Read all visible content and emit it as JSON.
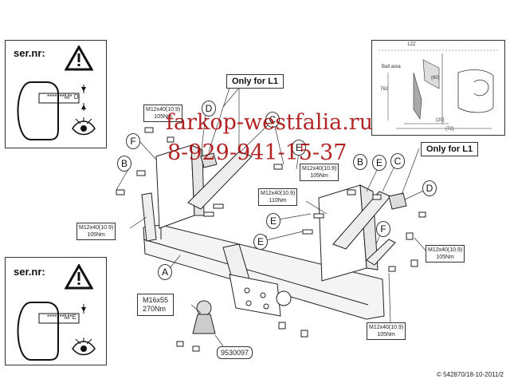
{
  "serial_box_top": {
    "title": "ser.nr:",
    "code": "*******M* D"
  },
  "serial_box_bottom": {
    "title": "ser.nr:",
    "code": "*******M*E"
  },
  "only_for_l1_top": "Only for L1",
  "only_for_l1_right": "Only for L1",
  "watermark": {
    "site": "farkop-westfalia.ru",
    "phone": "8-929-941-15-37"
  },
  "callouts": {
    "c1": [
      "M12x40(10.9)",
      "105Nm"
    ],
    "c2": [
      "M12x40(10.9)",
      "105Nm"
    ],
    "c3": [
      "M12x40(10.9)",
      "110Nm"
    ],
    "c4": [
      "M12x40(10.9)",
      "105Nm"
    ],
    "c5": [
      "M12x40(10.9)",
      "105Nm"
    ],
    "c6": [
      "M12x40(10.9)",
      "105Nm"
    ],
    "c7": [
      "M16x55",
      "270Nm"
    ]
  },
  "part_number": "9530097",
  "footer": "© 542870/18-10-2011/2",
  "parts": [
    "A",
    "B",
    "C",
    "D",
    "E",
    "F",
    "B",
    "C",
    "D",
    "E",
    "F",
    "E",
    "E"
  ],
  "inset": {
    "ball_area": "Ball area",
    "dim1": "1ZZ",
    "dim2": "(72)",
    "dim3": "(20)",
    "dim4": "762",
    "dim5": "(60)"
  }
}
